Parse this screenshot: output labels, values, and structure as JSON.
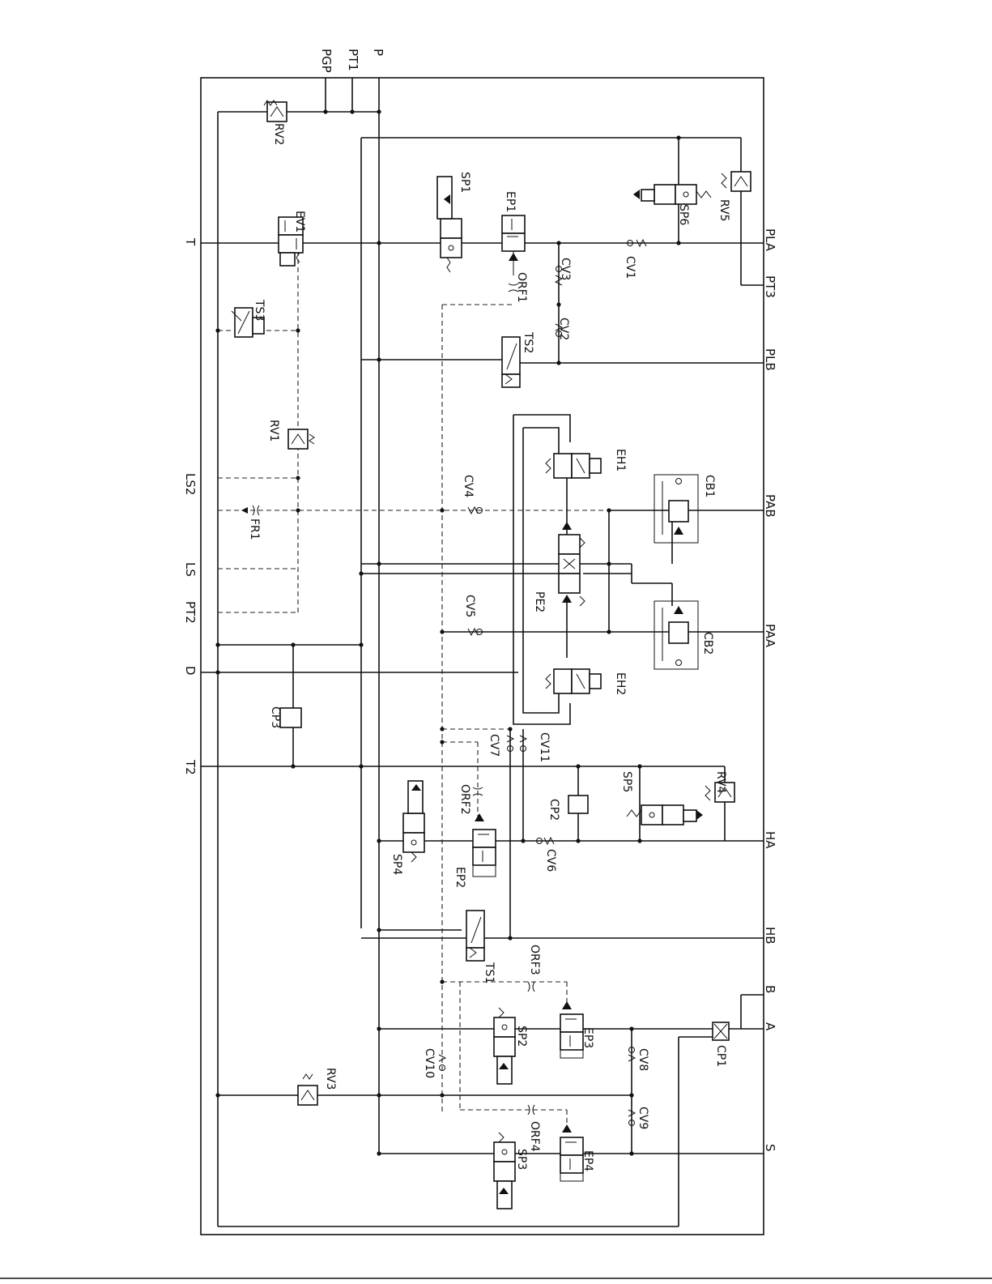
{
  "diagram": {
    "ports_top": [
      "PGP",
      "PT1",
      "P"
    ],
    "ports_left": [
      "T",
      "LS2",
      "LS",
      "PT2",
      "D",
      "T2"
    ],
    "ports_right": [
      "PLA",
      "PT3",
      "PLB",
      "PAB",
      "PAA",
      "HA",
      "HB",
      "B",
      "A",
      "S"
    ],
    "components": {
      "rv2": "RV2",
      "ev1": "EV1",
      "ts3": "TS3",
      "rv1": "RV1",
      "fr1": "FR1",
      "cp3": "CP3",
      "rv3": "RV3",
      "sp1": "SP1",
      "ep1": "EP1",
      "orf1": "ORF1",
      "cv3": "CV3",
      "cv1": "CV1",
      "sp6": "SP6",
      "rv5": "RV5",
      "ts2": "TS2",
      "cv2": "CV2",
      "eh1": "EH1",
      "cb1": "CB1",
      "cv4": "CV4",
      "pe2": "PE2",
      "cv5": "CV5",
      "cb2": "CB2",
      "eh2": "EH2",
      "cv7": "CV7",
      "cv11": "CV11",
      "orf2": "ORF2",
      "cp2": "CP2",
      "sp5": "SP5",
      "rv4": "RV4",
      "sp4": "SP4",
      "ep2": "EP2",
      "cv6": "CV6",
      "ts1": "TS1",
      "orf3": "ORF3",
      "sp2": "SP2",
      "ep3": "EP3",
      "cv10": "CV10",
      "cv8": "CV8",
      "cp1": "CP1",
      "orf4": "ORF4",
      "sp3": "SP3",
      "ep4": "EP4",
      "cv9": "CV9"
    }
  }
}
